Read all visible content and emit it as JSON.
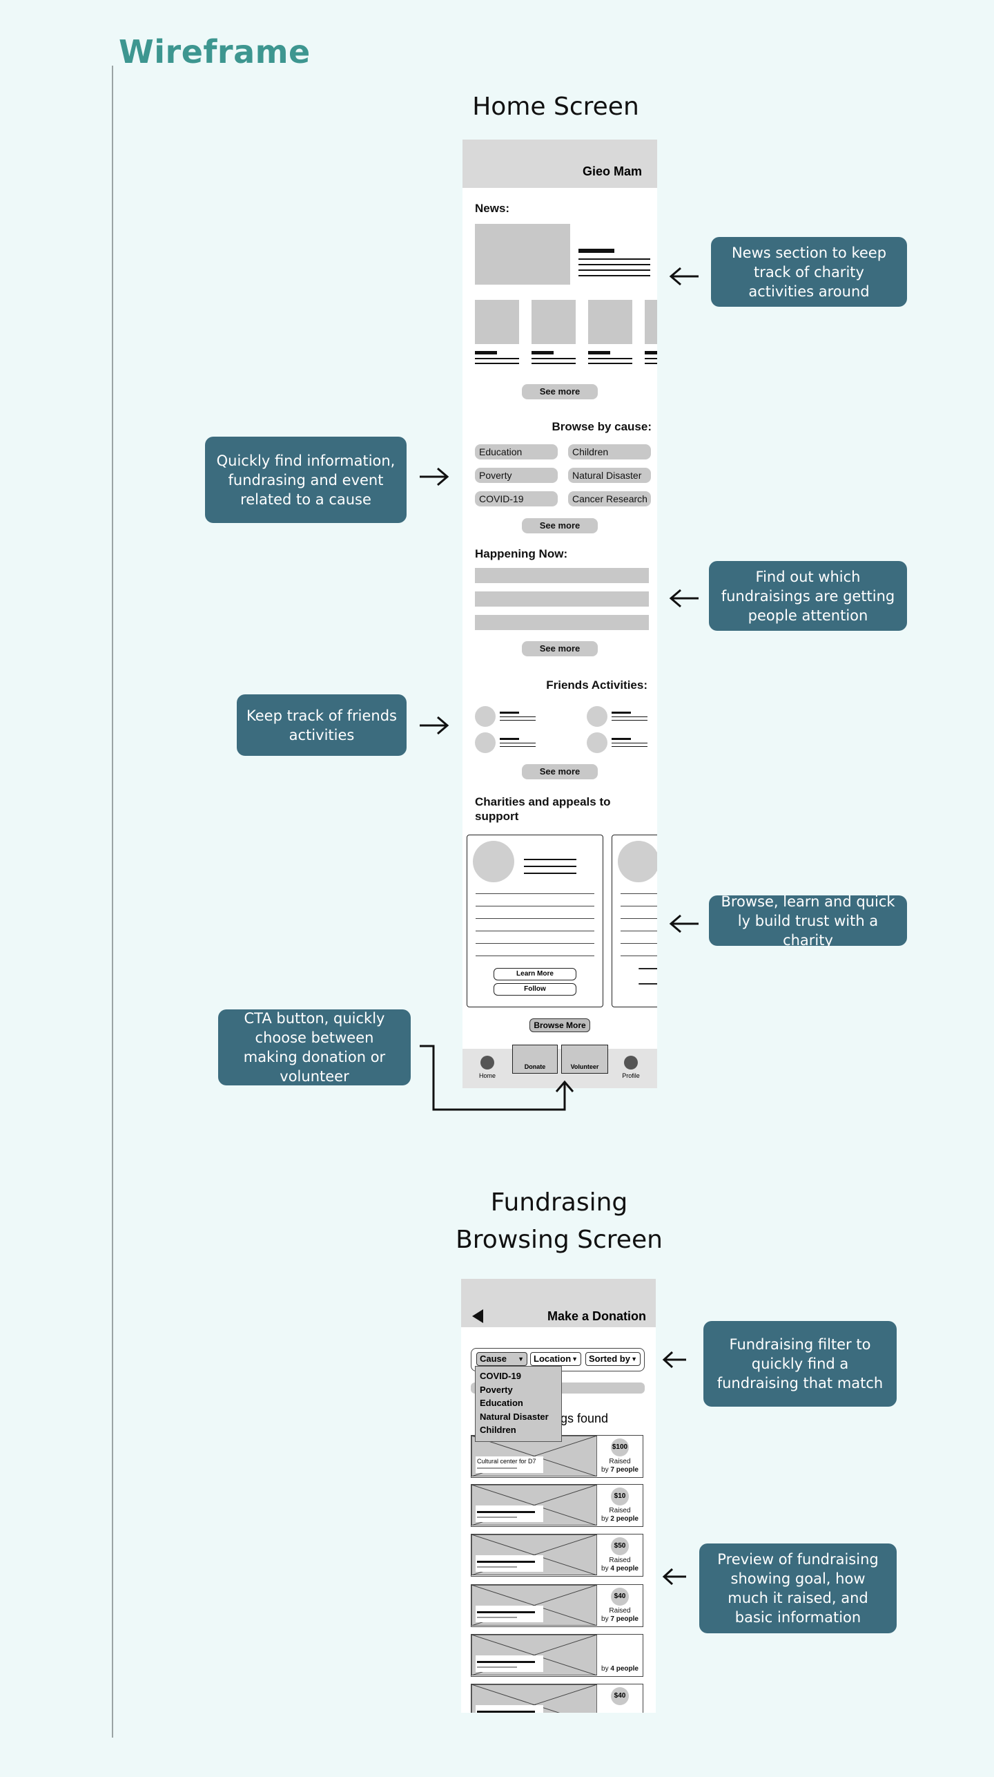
{
  "page_title": "Wireframe",
  "home": {
    "title": "Home Screen",
    "user_name": "Gieo Mam",
    "news_label": "News:",
    "see_more": "See more",
    "browse_label": "Browse by cause:",
    "causes": [
      "Education",
      "Children",
      "Poverty",
      "Natural Disaster",
      "COVID-19",
      "Cancer Research"
    ],
    "happening_label": "Happening Now:",
    "friends_label": "Friends Activities:",
    "charities_label": "Charities and appeals to support",
    "learn_more": "Learn More",
    "follow": "Follow",
    "browse_more": "Browse More",
    "nav": {
      "home": "Home",
      "donate": "Donate",
      "volunteer": "Volunteer",
      "profile": "Profile"
    }
  },
  "fund": {
    "title_line1": "Fundrasing",
    "title_line2": "Browsing Screen",
    "header": "Make a Donation",
    "filters": {
      "cause": "Cause",
      "location": "Location",
      "sorted": "Sorted by"
    },
    "cause_options": [
      "COVID-19",
      "Poverty",
      "Education",
      "Natural Disaster",
      "Children"
    ],
    "found_text": "ngs found",
    "first_card_label": "Cultural center for D7",
    "cards": [
      {
        "amount": "$100",
        "raised": "Raised",
        "by": "by",
        "people": "7 people"
      },
      {
        "amount": "$10",
        "raised": "Raised",
        "by": "by",
        "people": "2 people"
      },
      {
        "amount": "$50",
        "raised": "Raised",
        "by": "by",
        "people": "4 people"
      },
      {
        "amount": "$40",
        "raised": "Raised",
        "by": "by",
        "people": "7 people"
      },
      {
        "amount": "",
        "raised": "",
        "by": "by",
        "people": "4 people"
      },
      {
        "amount": "$40",
        "raised": "",
        "by": "",
        "people": ""
      }
    ]
  },
  "annotations": {
    "news": "News section to keep track of charity activities around",
    "cause": "Quickly find information, fundrasing and event related to a cause",
    "happening": "Find out which fundraisings are getting people attention",
    "friends": "Keep track of friends activities",
    "charity": "Browse, learn and quick ly build trust with a charity",
    "cta": "CTA button, quickly choose between making donation or volunteer",
    "filter": "Fundraising filter to quickly find a fundraising that match",
    "preview": "Preview of fundraising showing goal, how much it raised, and basic information"
  }
}
